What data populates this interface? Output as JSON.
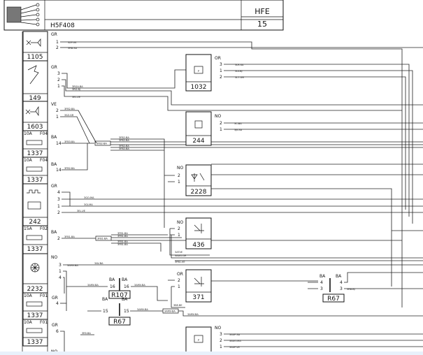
{
  "header": {
    "doc_code": "H5F408",
    "system_code": "HFE",
    "page_number": "15"
  },
  "components": [
    {
      "id": "1105",
      "color": "GR",
      "pins": [
        "1",
        "2"
      ],
      "wires": [
        "3ZP-VK",
        "3RB-SA"
      ]
    },
    {
      "id": "149",
      "color": "GR",
      "pins": [
        "3",
        "2",
        "1"
      ],
      "wires": [
        "3RGA-BA",
        "3RG-BJ",
        "3EL-VE"
      ]
    },
    {
      "id": "1603",
      "color": "VE",
      "pins": [
        "2",
        "1"
      ],
      "wires": [
        "3FB2-BA",
        "3SZ-GR"
      ]
    },
    {
      "id": "1337",
      "fuse": "10A",
      "slot": "F04",
      "color": "BA",
      "pins": [
        "14"
      ],
      "wires": [
        "3FB3-BA"
      ]
    },
    {
      "id": "1337",
      "fuse": "10A",
      "slot": "F04",
      "color": "BA",
      "pins": [
        "14"
      ],
      "wires": [
        "3FB2-BA"
      ]
    },
    {
      "id": "242",
      "color": "GR",
      "pins": [
        "4",
        "3",
        "1",
        "2"
      ],
      "wires": [
        "3GO-MA",
        "3GI-MA",
        "3EL-VE"
      ]
    },
    {
      "id": "1337",
      "fuse": "15A",
      "slot": "F02",
      "color": "BA",
      "pins": [
        "2"
      ],
      "wires": [
        "3FB1-BA"
      ]
    },
    {
      "id": "2232",
      "color": "NO",
      "pins": [
        "3",
        "1",
        "4"
      ],
      "wires": [
        "3AMV-BA",
        "3AV-BA"
      ]
    },
    {
      "id": "1337",
      "fuse": "10A",
      "slot": "F01",
      "color": "GR",
      "pins": [
        "4"
      ],
      "wires": []
    },
    {
      "id": "1337",
      "fuse": "10A",
      "slot": "F01",
      "color": "GR",
      "pins": [
        "6"
      ],
      "wires": [
        "3R5-BA"
      ]
    }
  ],
  "relays": [
    {
      "id": "1032",
      "color": "OR",
      "pins": [
        "3",
        "1",
        "2"
      ],
      "wires": [
        "3LR-SA",
        "3LV-BJ",
        "3L7-GR"
      ]
    },
    {
      "id": "244",
      "color": "NO",
      "pins": [
        "2",
        "1"
      ],
      "wires": [
        "3C-BA",
        "3JK-SA"
      ]
    },
    {
      "id": "2228",
      "color": "NO",
      "pins": [
        "2",
        "1"
      ],
      "wires": []
    },
    {
      "id": "436",
      "color": "NO",
      "pins": [
        "2",
        "1"
      ],
      "wires": [
        "3ATVE",
        "3AUG-GR",
        "3FB1-VE"
      ]
    },
    {
      "id": "371",
      "color": "OR",
      "pins": [
        "2",
        "1"
      ],
      "wires": [
        "3BE-BE"
      ]
    },
    {
      "id": "",
      "color": "NO",
      "pins": [
        "3",
        "2",
        "1"
      ],
      "wires": [
        "3AUP-SA",
        "3AUO-MA",
        "3AUP-VE"
      ]
    }
  ],
  "connectors": [
    {
      "id": "R107",
      "left_color": "BA",
      "right_color": "BA",
      "left_pin": "16",
      "right_pin": "16",
      "wires": [
        "3AMV-BA",
        "3AMV-BA"
      ]
    },
    {
      "id": "R67",
      "left_color": "BA",
      "right_color": "BA",
      "left_pin": "15",
      "right_pin": "15",
      "wires": [
        "3AMV-BA"
      ]
    },
    {
      "id": "R67",
      "left_color": "BA",
      "right_color": "BA",
      "left_pins": [
        "4",
        "3"
      ],
      "right_pins": [
        "4",
        "3"
      ],
      "wires": [
        "3RB-BJ"
      ]
    }
  ],
  "splices": [
    "3FB2-BA",
    "3FB1-BA",
    "3AMV-BA"
  ],
  "bus_wires": [
    "3FB2-BA",
    "3FB2-BA",
    "3FB2-BA",
    "3FB2-BA",
    "3FB1-BA",
    "3FB1-BA",
    "3FB1-BA",
    "3FB1-BA",
    "3AMV-BA"
  ],
  "colors": {
    "line": "#222222",
    "scrollbar": "#e8f1fb"
  }
}
